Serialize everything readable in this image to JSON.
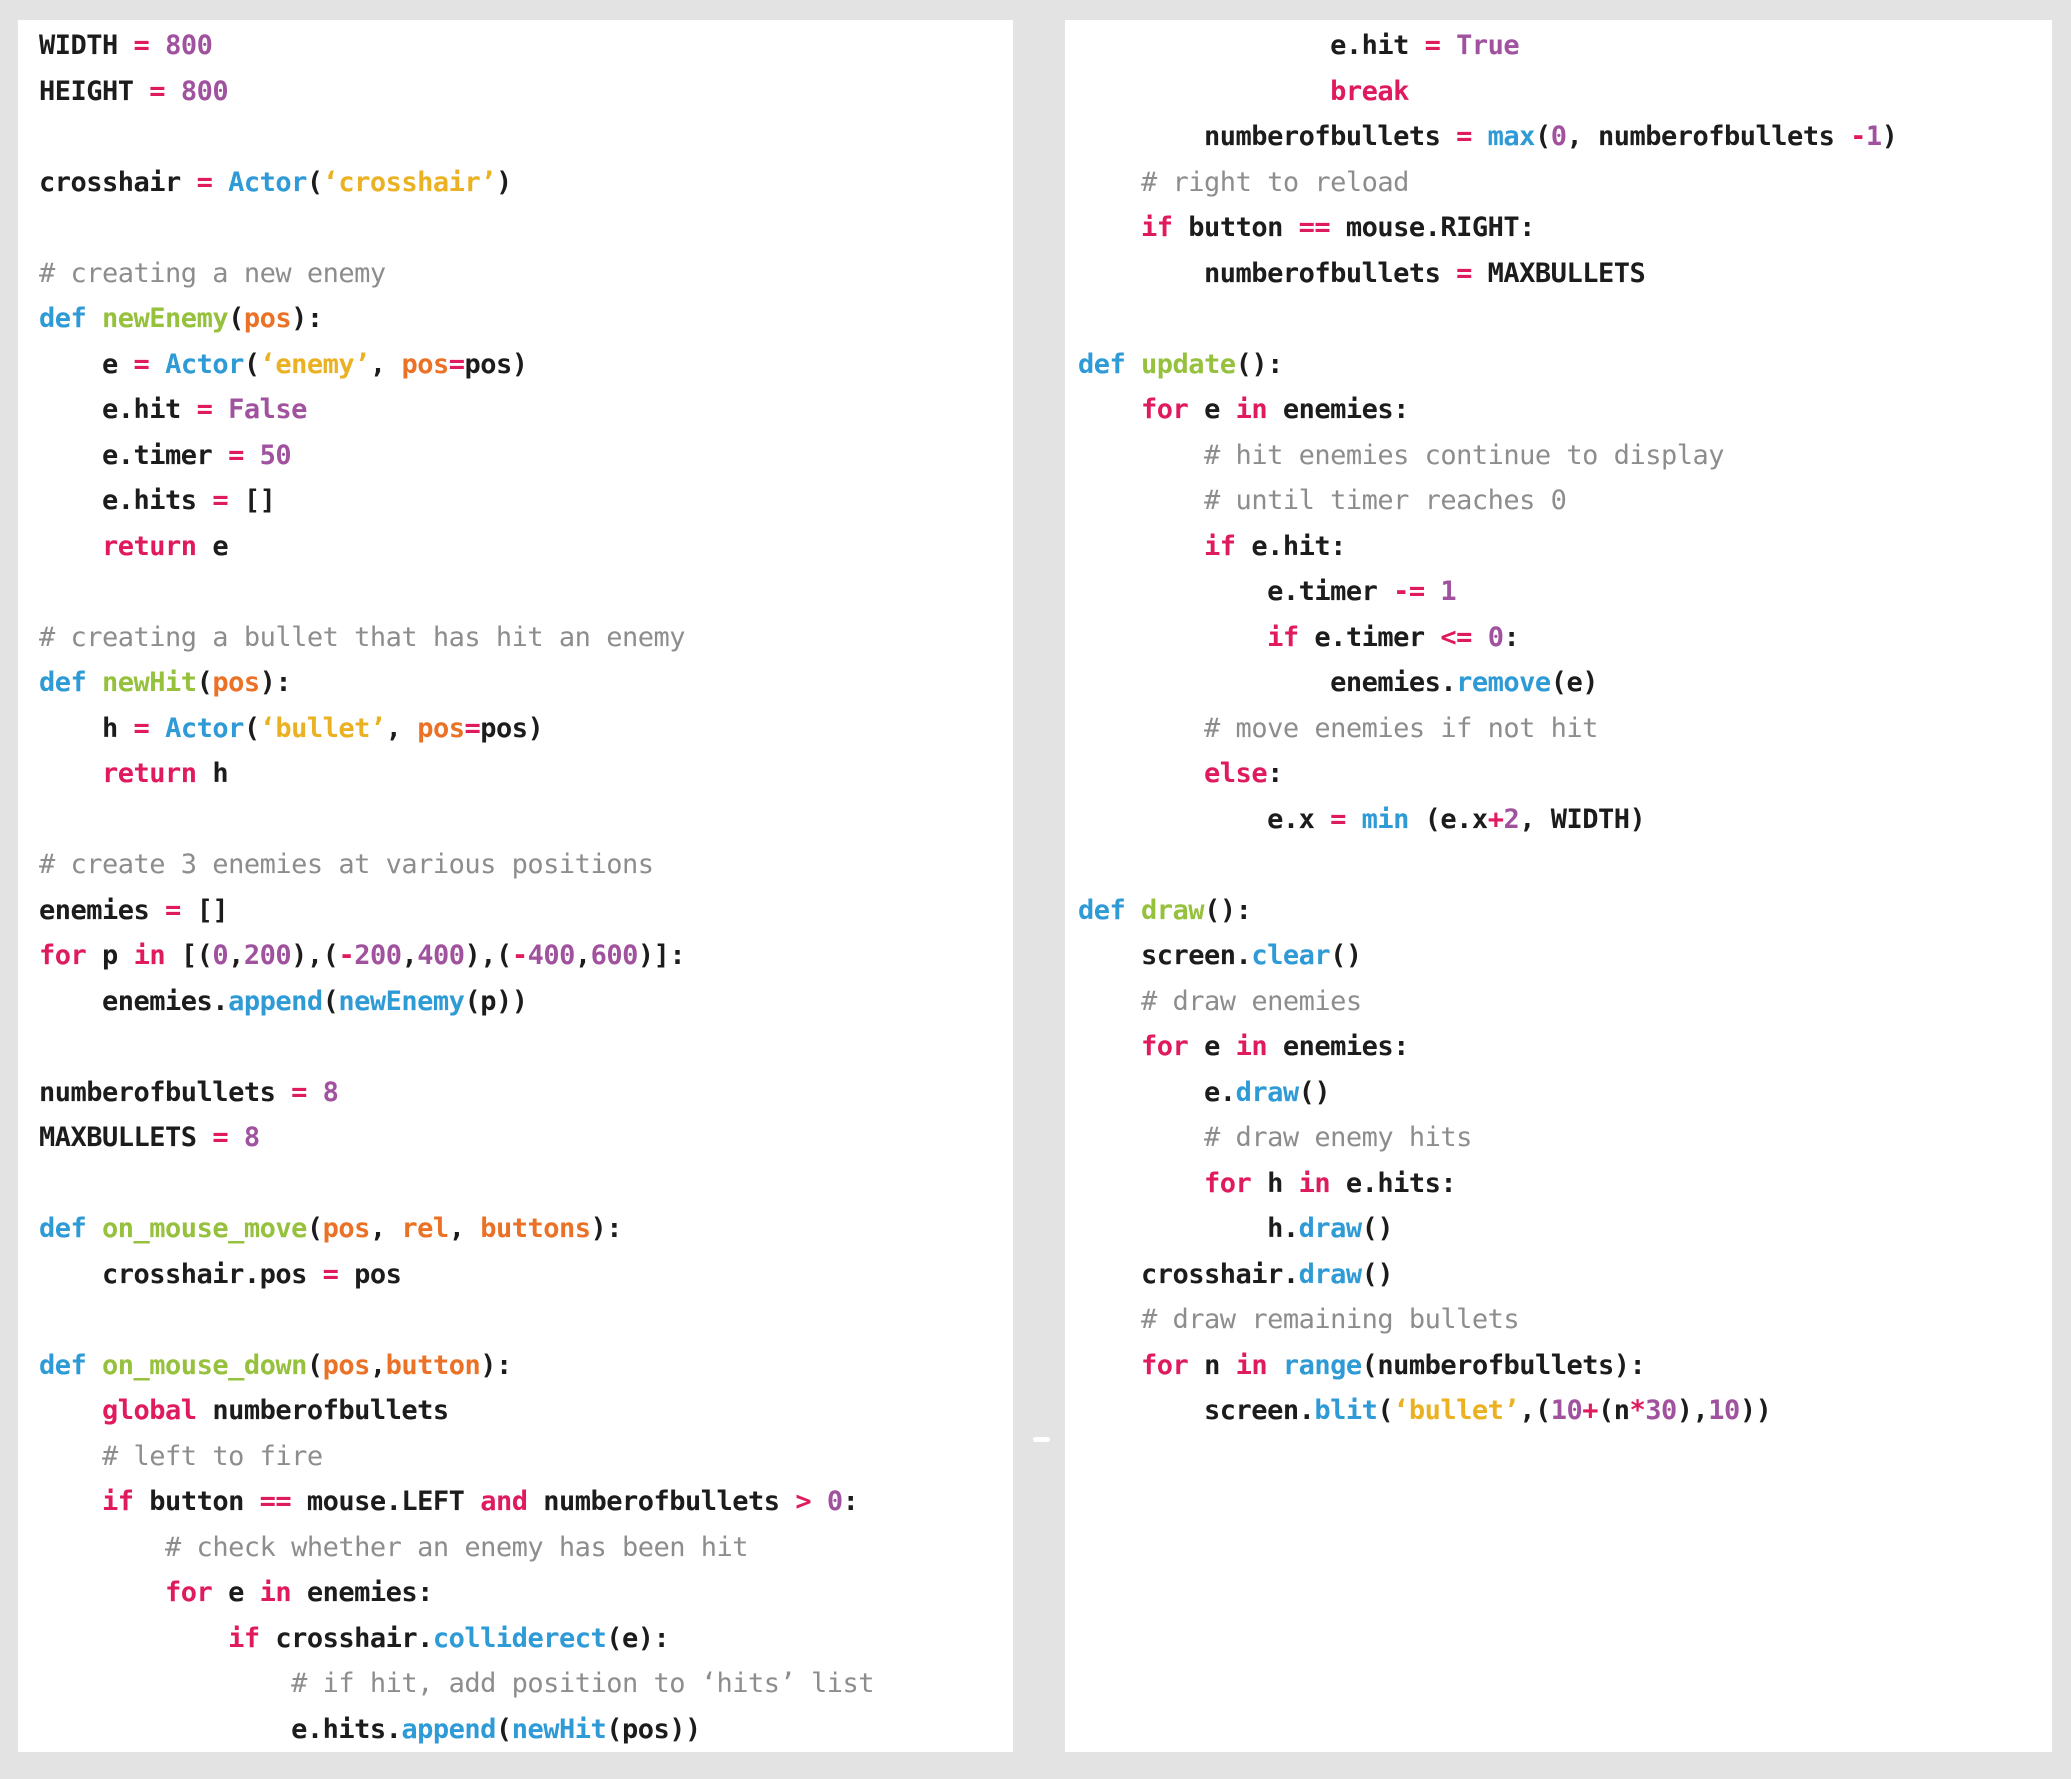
{
  "page": {
    "background": "#e4e3e3",
    "panel_background": "#ffffff"
  },
  "colors": {
    "plain": "#1c1c1c",
    "keyword": "#e01a5f",
    "builtin": "#2e9ad6",
    "function": "#96c13d",
    "param": "#ea7125",
    "string": "#eab223",
    "number": "#a0529f",
    "comment": "#8d8d8d"
  },
  "panels": [
    {
      "name": "left-code-panel",
      "lines": [
        [
          [
            "t",
            "WIDTH "
          ],
          [
            "k",
            "="
          ],
          [
            "t",
            " "
          ],
          [
            "n",
            "800"
          ]
        ],
        [
          [
            "t",
            "HEIGHT "
          ],
          [
            "k",
            "="
          ],
          [
            "t",
            " "
          ],
          [
            "n",
            "800"
          ]
        ],
        [],
        [
          [
            "t",
            "crosshair "
          ],
          [
            "k",
            "="
          ],
          [
            "t",
            " "
          ],
          [
            "b",
            "Actor"
          ],
          [
            "t",
            "("
          ],
          [
            "s",
            "‘crosshair’"
          ],
          [
            "t",
            ")"
          ]
        ],
        [],
        [
          [
            "c",
            "# creating a new enemy"
          ]
        ],
        [
          [
            "b",
            "def "
          ],
          [
            "g",
            "newEnemy"
          ],
          [
            "t",
            "("
          ],
          [
            "p",
            "pos"
          ],
          [
            "t",
            "):"
          ]
        ],
        [
          [
            "t",
            "    e "
          ],
          [
            "k",
            "="
          ],
          [
            "t",
            " "
          ],
          [
            "b",
            "Actor"
          ],
          [
            "t",
            "("
          ],
          [
            "s",
            "‘enemy’"
          ],
          [
            "t",
            ", "
          ],
          [
            "p",
            "pos"
          ],
          [
            "k",
            "="
          ],
          [
            "t",
            "pos)"
          ]
        ],
        [
          [
            "t",
            "    e.hit "
          ],
          [
            "k",
            "="
          ],
          [
            "t",
            " "
          ],
          [
            "n",
            "False"
          ]
        ],
        [
          [
            "t",
            "    e.timer "
          ],
          [
            "k",
            "="
          ],
          [
            "t",
            " "
          ],
          [
            "n",
            "50"
          ]
        ],
        [
          [
            "t",
            "    e.hits "
          ],
          [
            "k",
            "="
          ],
          [
            "t",
            " []"
          ]
        ],
        [
          [
            "t",
            "    "
          ],
          [
            "k",
            "return"
          ],
          [
            "t",
            " e"
          ]
        ],
        [],
        [
          [
            "c",
            "# creating a bullet that has hit an enemy"
          ]
        ],
        [
          [
            "b",
            "def "
          ],
          [
            "g",
            "newHit"
          ],
          [
            "t",
            "("
          ],
          [
            "p",
            "pos"
          ],
          [
            "t",
            "):"
          ]
        ],
        [
          [
            "t",
            "    h "
          ],
          [
            "k",
            "="
          ],
          [
            "t",
            " "
          ],
          [
            "b",
            "Actor"
          ],
          [
            "t",
            "("
          ],
          [
            "s",
            "‘bullet’"
          ],
          [
            "t",
            ", "
          ],
          [
            "p",
            "pos"
          ],
          [
            "k",
            "="
          ],
          [
            "t",
            "pos)"
          ]
        ],
        [
          [
            "t",
            "    "
          ],
          [
            "k",
            "return"
          ],
          [
            "t",
            " h"
          ]
        ],
        [],
        [
          [
            "c",
            "# create 3 enemies at various positions"
          ]
        ],
        [
          [
            "t",
            "enemies "
          ],
          [
            "k",
            "="
          ],
          [
            "t",
            " []"
          ]
        ],
        [
          [
            "k",
            "for"
          ],
          [
            "t",
            " p "
          ],
          [
            "k",
            "in"
          ],
          [
            "t",
            " [("
          ],
          [
            "n",
            "0"
          ],
          [
            "t",
            ","
          ],
          [
            "n",
            "200"
          ],
          [
            "t",
            "),("
          ],
          [
            "k",
            "-"
          ],
          [
            "n",
            "200"
          ],
          [
            "t",
            ","
          ],
          [
            "n",
            "400"
          ],
          [
            "t",
            "),("
          ],
          [
            "k",
            "-"
          ],
          [
            "n",
            "400"
          ],
          [
            "t",
            ","
          ],
          [
            "n",
            "600"
          ],
          [
            "t",
            ")]:"
          ]
        ],
        [
          [
            "t",
            "    enemies."
          ],
          [
            "b",
            "append"
          ],
          [
            "t",
            "("
          ],
          [
            "b",
            "newEnemy"
          ],
          [
            "t",
            "(p))"
          ]
        ],
        [],
        [
          [
            "t",
            "numberofbullets "
          ],
          [
            "k",
            "="
          ],
          [
            "t",
            " "
          ],
          [
            "n",
            "8"
          ]
        ],
        [
          [
            "t",
            "MAXBULLETS "
          ],
          [
            "k",
            "="
          ],
          [
            "t",
            " "
          ],
          [
            "n",
            "8"
          ]
        ],
        [],
        [
          [
            "b",
            "def "
          ],
          [
            "g",
            "on_mouse_move"
          ],
          [
            "t",
            "("
          ],
          [
            "p",
            "pos"
          ],
          [
            "t",
            ", "
          ],
          [
            "p",
            "rel"
          ],
          [
            "t",
            ", "
          ],
          [
            "p",
            "buttons"
          ],
          [
            "t",
            "):"
          ]
        ],
        [
          [
            "t",
            "    crosshair.pos "
          ],
          [
            "k",
            "="
          ],
          [
            "t",
            " pos"
          ]
        ],
        [],
        [
          [
            "b",
            "def "
          ],
          [
            "g",
            "on_mouse_down"
          ],
          [
            "t",
            "("
          ],
          [
            "p",
            "pos"
          ],
          [
            "t",
            ","
          ],
          [
            "p",
            "button"
          ],
          [
            "t",
            "):"
          ]
        ],
        [
          [
            "t",
            "    "
          ],
          [
            "k",
            "global"
          ],
          [
            "t",
            " numberofbullets"
          ]
        ],
        [
          [
            "t",
            "    "
          ],
          [
            "c",
            "# left to fire"
          ]
        ],
        [
          [
            "t",
            "    "
          ],
          [
            "k",
            "if"
          ],
          [
            "t",
            " button "
          ],
          [
            "k",
            "=="
          ],
          [
            "t",
            " mouse.LEFT "
          ],
          [
            "k",
            "and"
          ],
          [
            "t",
            " numberofbullets "
          ],
          [
            "k",
            ">"
          ],
          [
            "t",
            " "
          ],
          [
            "n",
            "0"
          ],
          [
            "t",
            ":"
          ]
        ],
        [
          [
            "t",
            "        "
          ],
          [
            "c",
            "# check whether an enemy has been hit"
          ]
        ],
        [
          [
            "t",
            "        "
          ],
          [
            "k",
            "for"
          ],
          [
            "t",
            " e "
          ],
          [
            "k",
            "in"
          ],
          [
            "t",
            " enemies:"
          ]
        ],
        [
          [
            "t",
            "            "
          ],
          [
            "k",
            "if"
          ],
          [
            "t",
            " crosshair."
          ],
          [
            "b",
            "colliderect"
          ],
          [
            "t",
            "(e):"
          ]
        ],
        [
          [
            "t",
            "                "
          ],
          [
            "c",
            "# if hit, add position to ‘hits’ list"
          ]
        ],
        [
          [
            "t",
            "                e.hits."
          ],
          [
            "b",
            "append"
          ],
          [
            "t",
            "("
          ],
          [
            "b",
            "newHit"
          ],
          [
            "t",
            "(pos))"
          ]
        ]
      ]
    },
    {
      "name": "right-code-panel",
      "lines": [
        [
          [
            "t",
            "                e.hit "
          ],
          [
            "k",
            "="
          ],
          [
            "t",
            " "
          ],
          [
            "n",
            "True"
          ]
        ],
        [
          [
            "t",
            "                "
          ],
          [
            "k",
            "break"
          ]
        ],
        [
          [
            "t",
            "        numberofbullets "
          ],
          [
            "k",
            "="
          ],
          [
            "t",
            " "
          ],
          [
            "b",
            "max"
          ],
          [
            "t",
            "("
          ],
          [
            "n",
            "0"
          ],
          [
            "t",
            ", numberofbullets "
          ],
          [
            "k",
            "-"
          ],
          [
            "n",
            "1"
          ],
          [
            "t",
            ")"
          ]
        ],
        [
          [
            "t",
            "    "
          ],
          [
            "c",
            "# right to reload"
          ]
        ],
        [
          [
            "t",
            "    "
          ],
          [
            "k",
            "if"
          ],
          [
            "t",
            " button "
          ],
          [
            "k",
            "=="
          ],
          [
            "t",
            " mouse.RIGHT:"
          ]
        ],
        [
          [
            "t",
            "        numberofbullets "
          ],
          [
            "k",
            "="
          ],
          [
            "t",
            " MAXBULLETS"
          ]
        ],
        [],
        [
          [
            "b",
            "def "
          ],
          [
            "g",
            "update"
          ],
          [
            "t",
            "():"
          ]
        ],
        [
          [
            "t",
            "    "
          ],
          [
            "k",
            "for"
          ],
          [
            "t",
            " e "
          ],
          [
            "k",
            "in"
          ],
          [
            "t",
            " enemies:"
          ]
        ],
        [
          [
            "t",
            "        "
          ],
          [
            "c",
            "# hit enemies continue to display"
          ]
        ],
        [
          [
            "t",
            "        "
          ],
          [
            "c",
            "# until timer reaches 0"
          ]
        ],
        [
          [
            "t",
            "        "
          ],
          [
            "k",
            "if"
          ],
          [
            "t",
            " e.hit:"
          ]
        ],
        [
          [
            "t",
            "            e.timer "
          ],
          [
            "k",
            "-="
          ],
          [
            "t",
            " "
          ],
          [
            "n",
            "1"
          ]
        ],
        [
          [
            "t",
            "            "
          ],
          [
            "k",
            "if"
          ],
          [
            "t",
            " e.timer "
          ],
          [
            "k",
            "<="
          ],
          [
            "t",
            " "
          ],
          [
            "n",
            "0"
          ],
          [
            "t",
            ":"
          ]
        ],
        [
          [
            "t",
            "                enemies."
          ],
          [
            "b",
            "remove"
          ],
          [
            "t",
            "(e)"
          ]
        ],
        [
          [
            "t",
            "        "
          ],
          [
            "c",
            "# move enemies if not hit"
          ]
        ],
        [
          [
            "t",
            "        "
          ],
          [
            "k",
            "else"
          ],
          [
            "t",
            ":"
          ]
        ],
        [
          [
            "t",
            "            e.x "
          ],
          [
            "k",
            "="
          ],
          [
            "t",
            " "
          ],
          [
            "b",
            "min"
          ],
          [
            "t",
            " (e.x"
          ],
          [
            "k",
            "+"
          ],
          [
            "n",
            "2"
          ],
          [
            "t",
            ", WIDTH)"
          ]
        ],
        [],
        [
          [
            "b",
            "def "
          ],
          [
            "g",
            "draw"
          ],
          [
            "t",
            "():"
          ]
        ],
        [
          [
            "t",
            "    screen."
          ],
          [
            "b",
            "clear"
          ],
          [
            "t",
            "()"
          ]
        ],
        [
          [
            "t",
            "    "
          ],
          [
            "c",
            "# draw enemies"
          ]
        ],
        [
          [
            "t",
            "    "
          ],
          [
            "k",
            "for"
          ],
          [
            "t",
            " e "
          ],
          [
            "k",
            "in"
          ],
          [
            "t",
            " enemies:"
          ]
        ],
        [
          [
            "t",
            "        e."
          ],
          [
            "b",
            "draw"
          ],
          [
            "t",
            "()"
          ]
        ],
        [
          [
            "t",
            "        "
          ],
          [
            "c",
            "# draw enemy hits"
          ]
        ],
        [
          [
            "t",
            "        "
          ],
          [
            "k",
            "for"
          ],
          [
            "t",
            " h "
          ],
          [
            "k",
            "in"
          ],
          [
            "t",
            " e.hits:"
          ]
        ],
        [
          [
            "t",
            "            h."
          ],
          [
            "b",
            "draw"
          ],
          [
            "t",
            "()"
          ]
        ],
        [
          [
            "t",
            "    crosshair."
          ],
          [
            "b",
            "draw"
          ],
          [
            "t",
            "()"
          ]
        ],
        [
          [
            "t",
            "    "
          ],
          [
            "c",
            "# draw remaining bullets"
          ]
        ],
        [
          [
            "t",
            "    "
          ],
          [
            "k",
            "for"
          ],
          [
            "t",
            " n "
          ],
          [
            "k",
            "in"
          ],
          [
            "t",
            " "
          ],
          [
            "b",
            "range"
          ],
          [
            "t",
            "(numberofbullets):"
          ]
        ],
        [
          [
            "t",
            "        screen."
          ],
          [
            "b",
            "blit"
          ],
          [
            "t",
            "("
          ],
          [
            "s",
            "‘bullet’"
          ],
          [
            "t",
            ",("
          ],
          [
            "n",
            "10"
          ],
          [
            "k",
            "+"
          ],
          [
            "t",
            "(n"
          ],
          [
            "k",
            "*"
          ],
          [
            "n",
            "30"
          ],
          [
            "t",
            "),"
          ],
          [
            "n",
            "10"
          ],
          [
            "t",
            "))"
          ]
        ]
      ]
    }
  ]
}
